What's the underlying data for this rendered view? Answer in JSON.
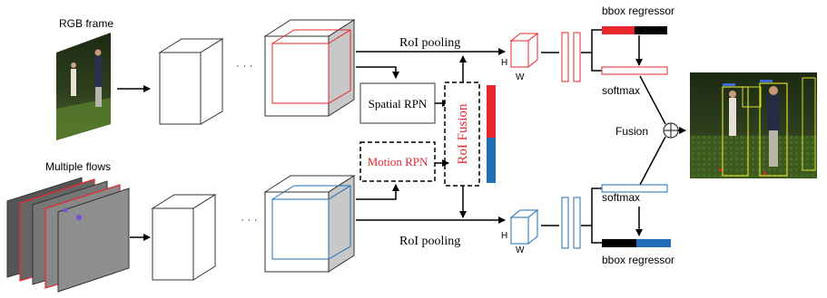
{
  "labels": {
    "rgb_frame": "RGB frame",
    "multiple_flows": "Multiple flows",
    "roi_pooling_top": "RoI pooling",
    "roi_pooling_bottom": "RoI pooling",
    "spatial_rpn": "Spatial RPN",
    "motion_rpn": "Motion RPN",
    "roi_fusion": "RoI Fusion",
    "bbox_regressor_top": "bbox regressor",
    "bbox_regressor_bottom": "bbox regressor",
    "softmax_top": "softmax",
    "softmax_bottom": "softmax",
    "fusion": "Fusion",
    "h_top": "H",
    "w_top": "W",
    "h_bottom": "H",
    "w_bottom": "W",
    "ellipsis_top": "· · ·",
    "ellipsis_bottom": "· · ·"
  },
  "colors": {
    "appearance_stream": "#e8262e",
    "motion_stream": "#1f6fb6",
    "outline": "#333333",
    "feature_map_side": "#c8c8c8",
    "motion_rpn_text": "#e8262e",
    "roi_fusion_text": "#e8262e"
  },
  "icons": {
    "fusion_operator": "circled-plus-icon"
  }
}
